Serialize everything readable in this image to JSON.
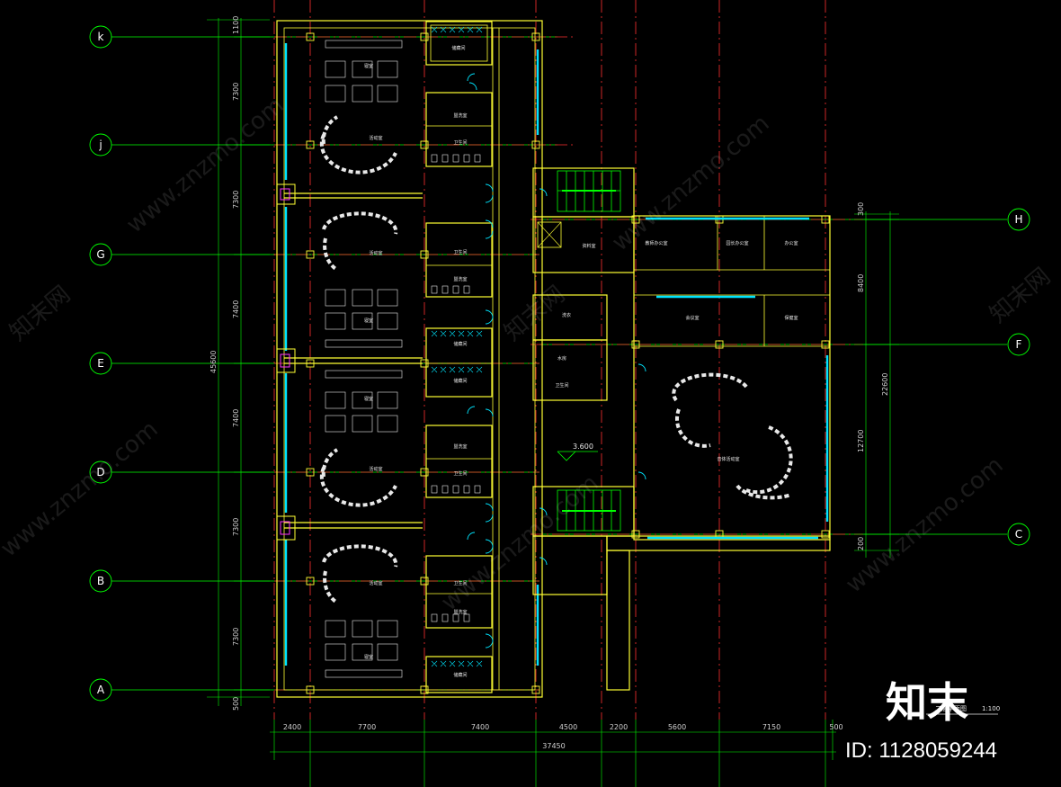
{
  "axes_left": [
    "k",
    "j",
    "G",
    "E",
    "D",
    "B",
    "A"
  ],
  "axes_right": [
    "H",
    "F",
    "C"
  ],
  "left_dims": [
    "1100",
    "7300",
    "7300",
    "7400",
    "7400",
    "7300",
    "7300",
    "500"
  ],
  "left_total": "45600",
  "right_dims": [
    "300",
    "8400",
    "12700",
    "200"
  ],
  "right_total": "22600",
  "bottom_dims": [
    "2400",
    "7700",
    "7400",
    "4500",
    "2200",
    "5600",
    "7150",
    "500"
  ],
  "bottom_total": "37450",
  "elevation": "3.600",
  "drawing_title": "二层平面图",
  "drawing_scale": "1:100",
  "room_labels": {
    "activity_room": "活动室",
    "bedroom": "寝室",
    "toilet": "卫生间",
    "washroom": "盥洗室",
    "storage": "储藏间",
    "office": "办公室",
    "meeting_room": "会议室",
    "hall": "音体活动室",
    "teachers_office": "教师办公室",
    "health_room": "保健室",
    "archive": "资料室",
    "principal": "园长办公室",
    "laundry": "洗衣",
    "water": "水房"
  },
  "watermark_text": "www.znzmo.com",
  "watermark_brand": "知末网",
  "logo_text": "知末",
  "id_text": "ID: 1128059244"
}
